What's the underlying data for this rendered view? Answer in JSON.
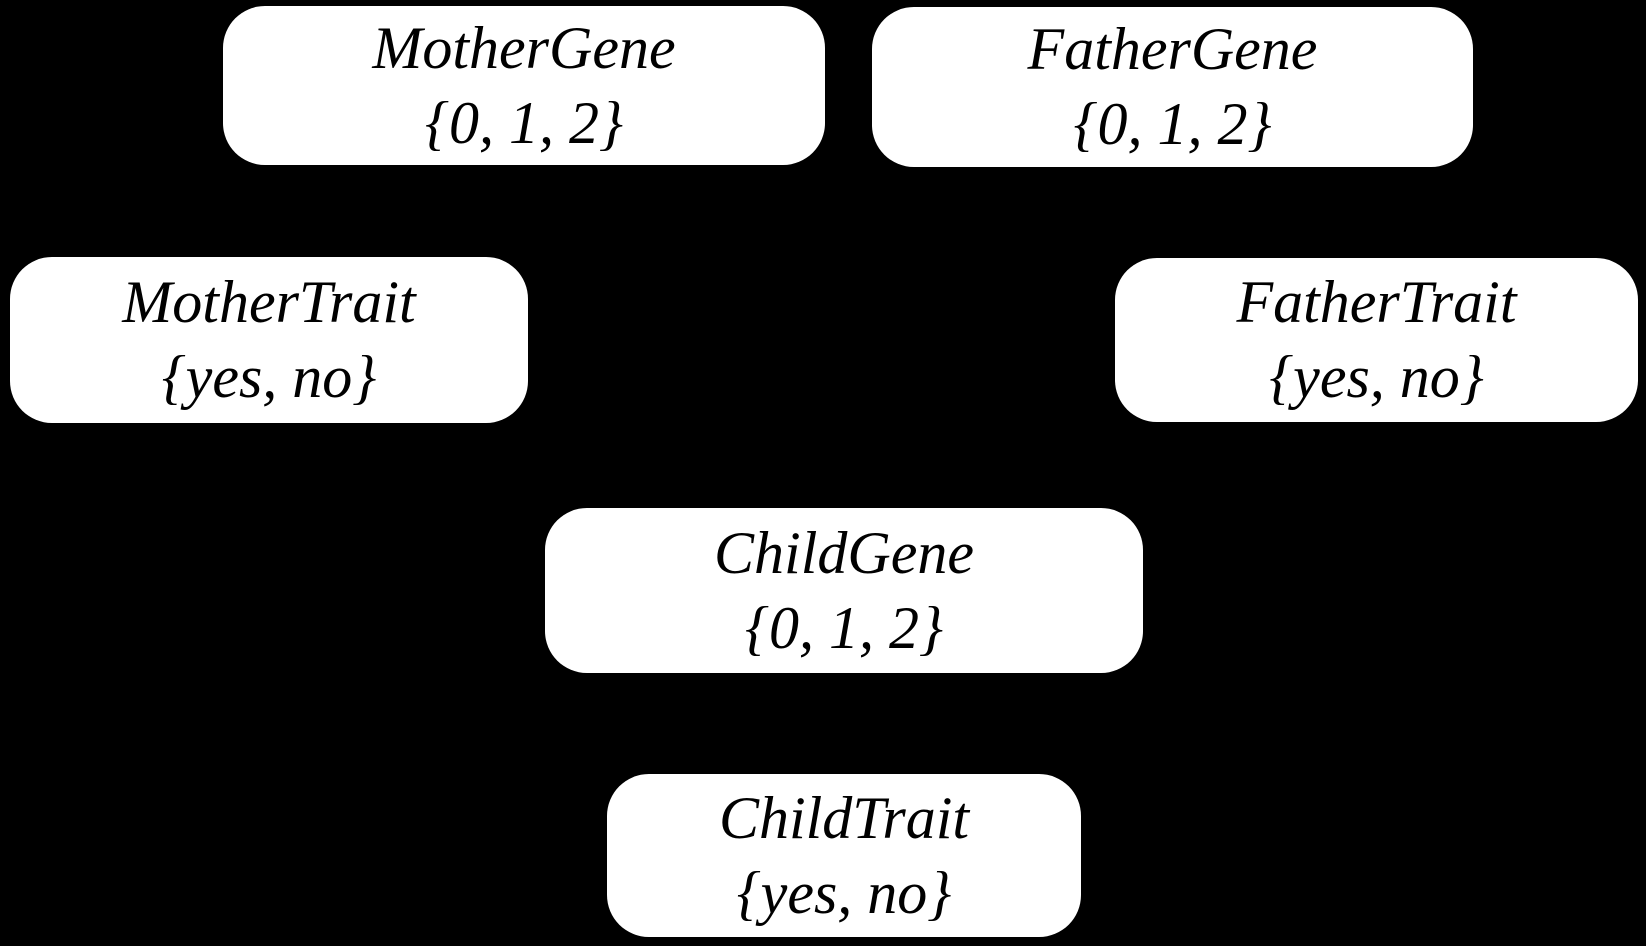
{
  "diagram": {
    "kind": "bayesian-network",
    "colors": {
      "background": "#000000",
      "node_fill": "#ffffff",
      "node_text": "#000000"
    },
    "nodes": [
      {
        "name": "MotherGene",
        "domain": "{0, 1, 2}"
      },
      {
        "name": "FatherGene",
        "domain": "{0, 1, 2}"
      },
      {
        "name": "MotherTrait",
        "domain": "{yes, no}"
      },
      {
        "name": "FatherTrait",
        "domain": "{yes, no}"
      },
      {
        "name": "ChildGene",
        "domain": "{0, 1, 2}"
      },
      {
        "name": "ChildTrait",
        "domain": "{yes, no}"
      }
    ]
  }
}
